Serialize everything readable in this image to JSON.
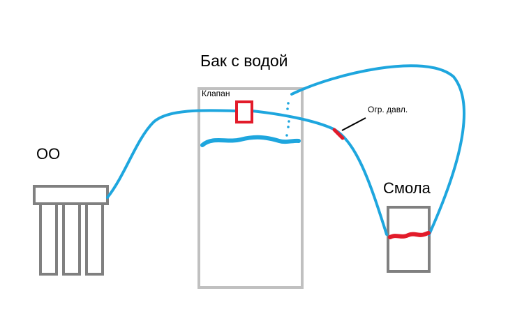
{
  "labels": {
    "filter": "ОО",
    "tank": "Бак с водой",
    "valve": "Клапан",
    "pressure_limiter": "Огр. давл.",
    "resin": "Смола"
  },
  "colors": {
    "pipe": "#1ea6de",
    "valve": "#e21b2a",
    "outline": "#808080",
    "tank_outline": "#c0c0c0",
    "text": "#000000"
  }
}
